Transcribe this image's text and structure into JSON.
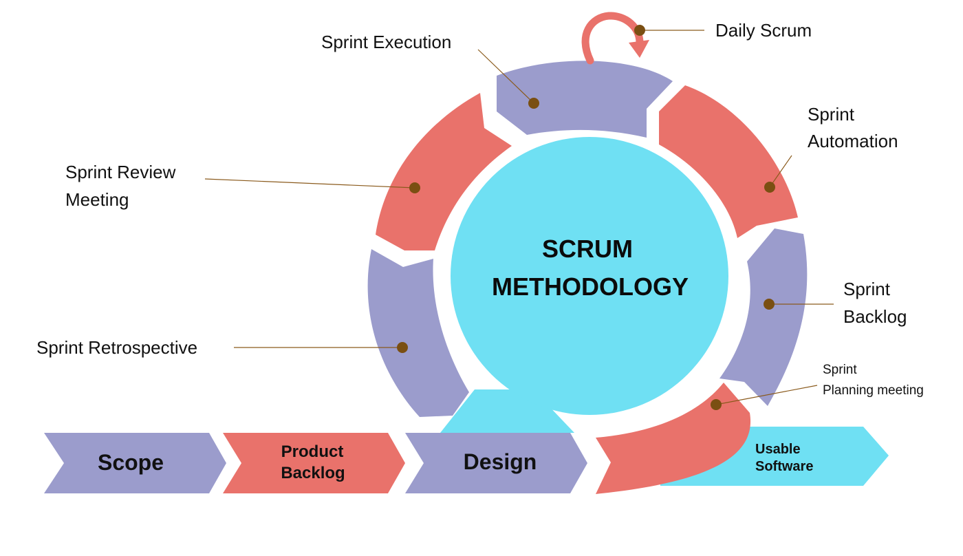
{
  "colors": {
    "purple": "#9b9ccc",
    "red": "#e9726b",
    "cyan": "#6fe0f3",
    "dot": "#7a4f12",
    "leader": "#8a5a1c",
    "daily_arrow": "#e9726b"
  },
  "center": {
    "line1": "SCRUM",
    "line2": "METHODOLOGY"
  },
  "labels": {
    "sprint_execution": "Sprint Execution",
    "daily_scrum": "Daily Scrum",
    "sprint_automation_1": "Sprint",
    "sprint_automation_2": "Automation",
    "sprint_review_1": "Sprint Review",
    "sprint_review_2": "Meeting",
    "sprint_backlog_1": "Sprint",
    "sprint_backlog_2": "Backlog",
    "sprint_retrospective": "Sprint Retrospective",
    "sprint_planning_1": "Sprint",
    "sprint_planning_2": "Planning meeting"
  },
  "flow": {
    "scope": "Scope",
    "product_backlog_1": "Product",
    "product_backlog_2": "Backlog",
    "design": "Design",
    "usable_software_1": "Usable",
    "usable_software_2": "Software"
  }
}
